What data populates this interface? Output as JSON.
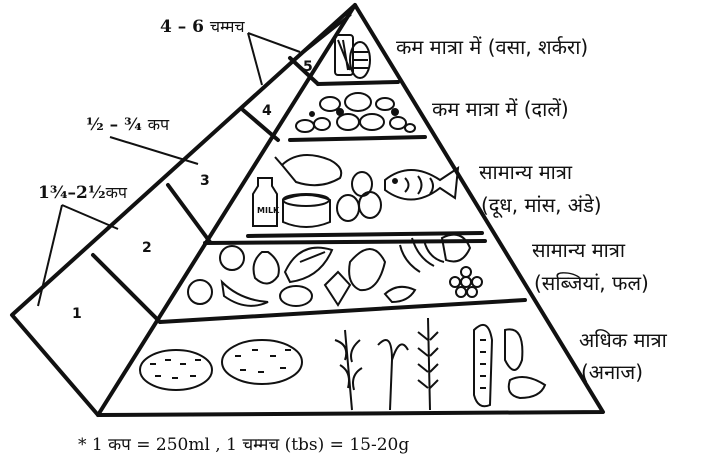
{
  "portions": {
    "top": {
      "value": "4 – 6",
      "unit": "चम्मच"
    },
    "mid": {
      "value": "½ – ¾",
      "unit": "कप"
    },
    "low": {
      "value": "1¾–2½",
      "unit": "कप"
    }
  },
  "side_numbers": [
    "1",
    "2",
    "3",
    "4",
    "5"
  ],
  "levels": [
    {
      "text": "कम मात्रा में (वसा, शर्करा)"
    },
    {
      "text": "कम मात्रा में (दालें)"
    },
    {
      "line1": "सामान्य मात्रा",
      "line2": "(दूध, मांस, अंडे)"
    },
    {
      "line1": "सामान्य मात्रा",
      "line2": "(सब्जियां, फल)"
    },
    {
      "line1": "अधिक मात्रा",
      "line2": "(अनाज)"
    }
  ],
  "milk_label": "MILK",
  "footnote": "* 1 कप = 250ml , 1 चम्मच (tbs) = 15-20g"
}
